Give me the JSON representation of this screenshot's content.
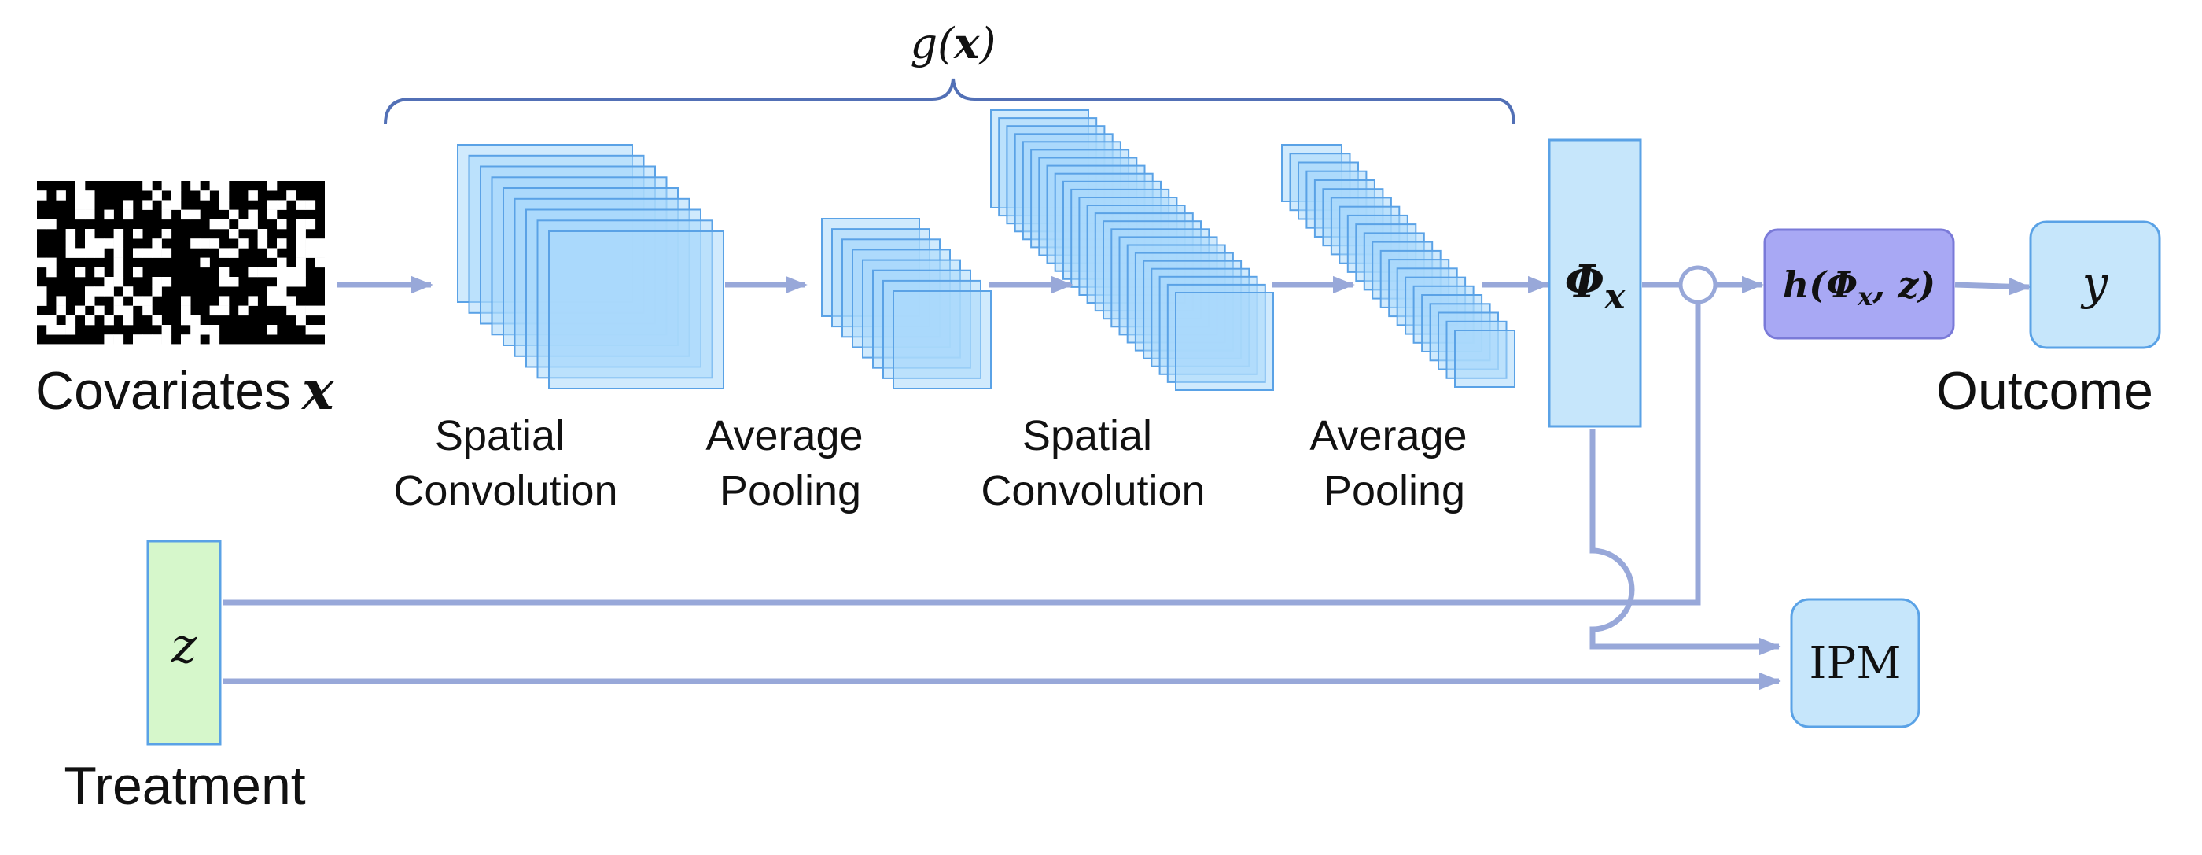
{
  "encoder": {
    "brace_label": "g(x)",
    "brace_label_func": "g(",
    "brace_label_var": "x",
    "brace_label_close": ")"
  },
  "input": {
    "label_text": "Covariates",
    "label_var": "x"
  },
  "layers": [
    {
      "line1": "Spatial",
      "line2": "Convolution"
    },
    {
      "line1": "Average",
      "line2": "Pooling"
    },
    {
      "line1": "Spatial",
      "line2": "Convolution"
    },
    {
      "line1": "Average",
      "line2": "Pooling"
    }
  ],
  "representation": {
    "symbol": "Φ",
    "subscript": "x"
  },
  "head": {
    "func": "h(",
    "arg1": "Φ",
    "arg1_sub": "x",
    "sep": ", ",
    "arg2": "z",
    "close": ")"
  },
  "outcome": {
    "symbol": "y",
    "label": "Outcome"
  },
  "treatment": {
    "symbol": "z",
    "label": "Treatment"
  },
  "ipm": {
    "label": "IPM"
  },
  "colors": {
    "arrow": "#98a8d9",
    "layer_fill": "#a9d8fb",
    "layer_stroke": "#5aa2e6",
    "repr_fill": "#c6e6fb",
    "head_fill": "#a8a8f4",
    "box_fill": "#c6e6fb",
    "treatment_fill": "#d6f7cb",
    "brace": "#5270b6"
  }
}
